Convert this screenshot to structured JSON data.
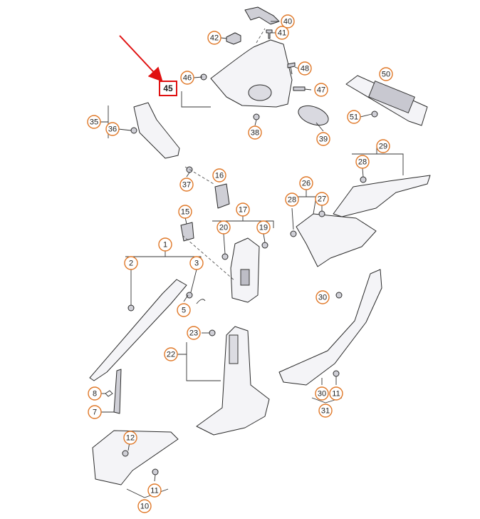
{
  "accent_colors": {
    "callout_ring": "#e07828",
    "highlight": "#e01010"
  },
  "highlighted_part": "45",
  "callouts": [
    {
      "id": "c40",
      "num": "40"
    },
    {
      "id": "c41",
      "num": "41"
    },
    {
      "id": "c42",
      "num": "42"
    },
    {
      "id": "c48",
      "num": "48"
    },
    {
      "id": "c46",
      "num": "46"
    },
    {
      "id": "c47",
      "num": "47"
    },
    {
      "id": "c50",
      "num": "50"
    },
    {
      "id": "c35",
      "num": "35"
    },
    {
      "id": "c36",
      "num": "36"
    },
    {
      "id": "c38",
      "num": "38"
    },
    {
      "id": "c51",
      "num": "51"
    },
    {
      "id": "c39",
      "num": "39"
    },
    {
      "id": "c29",
      "num": "29"
    },
    {
      "id": "c28a",
      "num": "28"
    },
    {
      "id": "c16",
      "num": "16"
    },
    {
      "id": "c37",
      "num": "37"
    },
    {
      "id": "c26",
      "num": "26"
    },
    {
      "id": "c28b",
      "num": "28"
    },
    {
      "id": "c27",
      "num": "27"
    },
    {
      "id": "c15",
      "num": "15"
    },
    {
      "id": "c17",
      "num": "17"
    },
    {
      "id": "c20",
      "num": "20"
    },
    {
      "id": "c19",
      "num": "19"
    },
    {
      "id": "c1",
      "num": "1"
    },
    {
      "id": "c2",
      "num": "2"
    },
    {
      "id": "c3",
      "num": "3"
    },
    {
      "id": "c30a",
      "num": "30"
    },
    {
      "id": "c5",
      "num": "5"
    },
    {
      "id": "c23",
      "num": "23"
    },
    {
      "id": "c22",
      "num": "22"
    },
    {
      "id": "c8",
      "num": "8"
    },
    {
      "id": "c30b",
      "num": "30"
    },
    {
      "id": "c11a",
      "num": "11"
    },
    {
      "id": "c7",
      "num": "7"
    },
    {
      "id": "c31",
      "num": "31"
    },
    {
      "id": "c12",
      "num": "12"
    },
    {
      "id": "c11b",
      "num": "11"
    },
    {
      "id": "c10",
      "num": "10"
    }
  ]
}
